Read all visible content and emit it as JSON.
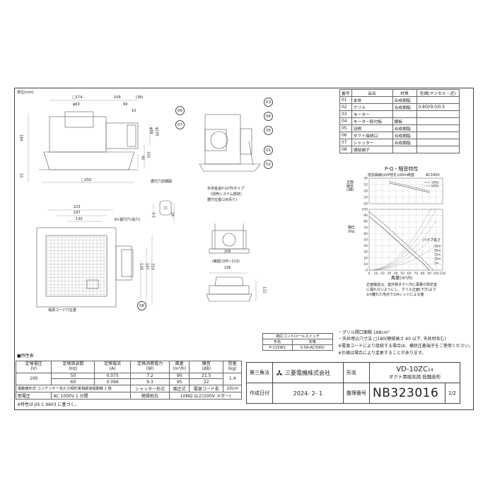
{
  "unit_label": "単位(mm)",
  "dims": {
    "d174": "□174",
    "d109": "109",
    "d39": "(39)",
    "d69": "69",
    "d63": "φ63",
    "d98": "φ98",
    "d105": "φ105",
    "d184": "184",
    "d45": "45",
    "d102": "102",
    "d15": "15",
    "d10": "10",
    "d250": "□250",
    "d223": "223",
    "d197": "197",
    "d130": "130",
    "d130v": "130",
    "d197v": "197",
    "d223v": "223",
    "d206": "206",
    "d236": "236",
    "d122": "122",
    "d35": "3.5",
    "d26": "26",
    "d205": "(範囲:205~213)",
    "d8hole": "8×掘付穴(長穴)"
  },
  "labels": {
    "detail": "据付穴詳細図",
    "ceiling_title": "天吊金具P-02TKタイプ",
    "ceiling_sub": "(別売システム部材)",
    "ceiling_sub2": "据付位置(2点吊り)",
    "cord": "電源コード穴位置"
  },
  "balloons": {
    "b01": "01",
    "b02": "02",
    "b03": "03",
    "b05": "05",
    "b06": "06",
    "b07": "07",
    "b08": "08"
  },
  "parts": {
    "headers": [
      "番号",
      "品名",
      "材質",
      "色調(マンセル・近)"
    ],
    "rows": [
      [
        "01",
        "本体",
        "合成樹脂",
        ""
      ],
      [
        "02",
        "グリル",
        "合成樹脂",
        "0.8GY9.0/0.5"
      ],
      [
        "03",
        "モーター",
        "",
        ""
      ],
      [
        "04",
        "モーター取付板",
        "鋼板",
        ""
      ],
      [
        "05",
        "羽根",
        "合成樹脂",
        ""
      ],
      [
        "06",
        "ダクト接続口",
        "合成樹脂",
        ""
      ],
      [
        "07",
        "シャッター",
        "合成樹脂",
        ""
      ],
      [
        "08",
        "速結端子",
        "",
        ""
      ]
    ]
  },
  "chart_data": {
    "type": "line",
    "title": "P-Q・騒音特性",
    "top_note": "低抗曲線はVP管を100m時基",
    "voltage": "AC100V",
    "legend": [
      "50Hz",
      "60Hz"
    ],
    "noise_axis": {
      "label": "正面騒音(dB)",
      "ticks": [
        20,
        24,
        28,
        32,
        36
      ],
      "ylim": [
        20,
        36
      ]
    },
    "pressure_axis": {
      "label": "静圧(Pa)",
      "ticks": [
        0,
        10,
        20,
        30,
        40,
        50,
        60,
        70,
        80,
        90,
        100
      ],
      "ylim": [
        0,
        100
      ]
    },
    "x_axis": {
      "label": "風量(m³/h)",
      "ticks": [
        0,
        10,
        20,
        30,
        40,
        50,
        60,
        70,
        80,
        90,
        100,
        110
      ],
      "xlim": [
        0,
        110
      ]
    },
    "noise_series": [
      {
        "name": "50Hz",
        "x": [
          30,
          50,
          70,
          90
        ],
        "y": [
          33,
          31,
          29,
          27
        ]
      },
      {
        "name": "60Hz",
        "x": [
          30,
          50,
          70,
          90
        ],
        "y": [
          34,
          32,
          30,
          28
        ]
      }
    ],
    "pq_series": [
      {
        "name": "50Hz",
        "x": [
          0,
          20,
          40,
          60,
          80,
          90
        ],
        "y": [
          88,
          70,
          50,
          30,
          12,
          0
        ]
      },
      {
        "name": "60Hz",
        "x": [
          0,
          20,
          40,
          60,
          80,
          96
        ],
        "y": [
          96,
          78,
          58,
          38,
          18,
          0
        ]
      }
    ],
    "duct_label": "パイプ長さ",
    "duct_lengths": [
      "25m",
      "20m",
      "15m",
      "10m",
      "5m"
    ],
    "notes": [
      "正面騒音は、室外側ダクト内に風量が測定室",
      "に漏れないようにし、グリル正面(下方)より",
      "1m離れた地点でのAレンジによる値"
    ]
  },
  "control": {
    "title": "適応コントロールスイッチ",
    "col1": "形名",
    "col2": "定格",
    "model": "P-115W2",
    "rating": "0.5A-AC300V"
  },
  "notes": [
    "・グリル開口面積 168cm²",
    "・天井埋込穴寸法 □180(野縁高さ 40 以下, 天井材含む)",
    "※電源コードにより接続する場合は、横状圧着端子をご使用ください。",
    "※仕様は場合により変更することがあります。"
  ],
  "spec": {
    "title": "■特性表",
    "headers": [
      "定格電圧\n(V)",
      "定格周波数\n(Hz)",
      "定格電流\n(A)",
      "定格消費電力\n(W)",
      "風量\n(m³/h)",
      "騒音\n(dB)",
      "質量\n(kg)"
    ],
    "voltage": "100",
    "rows": [
      [
        "50",
        "0.075",
        "7.2",
        "90",
        "21.5"
      ],
      [
        "60",
        "0.096",
        "9.3",
        "95",
        "22"
      ]
    ],
    "mass": "1.4",
    "row_motor_l": "電動機形式",
    "row_motor_v": "コンデンサー永久分相形単相誘導電動機 2 極",
    "row_shutter_l": "シャッター形式",
    "row_shutter_v": "風圧式",
    "row_cord_l": "電源コード長",
    "row_cord_v": "10cm",
    "row_volt_l": "耐電圧",
    "row_volt_v": "AC 1000V 1 分間",
    "row_ins_l": "絶縁抵抗",
    "row_ins_v": "10MΩ 以上(500V メガー)",
    "footnote": "※特性は JIS C 9603 に基づく。"
  },
  "title_block": {
    "angle": "第三角法",
    "maker": "三菱電機株式会社",
    "model_label": "形名",
    "model": "VD-10ZC",
    "model_suffix": "14",
    "desc": "ダクト用換気扇 低騒音形",
    "date_label": "作成日付",
    "date": "2024- 2- 1",
    "ref_label": "整理番号",
    "ref": "NB323016",
    "page": "1/2"
  }
}
